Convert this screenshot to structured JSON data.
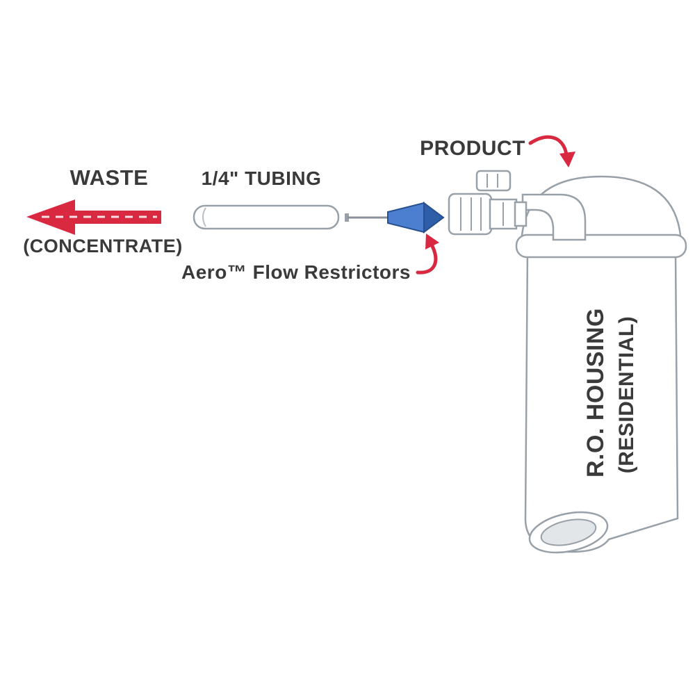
{
  "diagram": {
    "labels": {
      "waste": "WASTE",
      "concentrate": "(CONCENTRATE)",
      "tubing": "1/4\" TUBING",
      "restrictors": "Aero™ Flow Restrictors",
      "product": "PRODUCT",
      "housing_line1": "R.O. HOUSING",
      "housing_line2": "(RESIDENTIAL)"
    },
    "colors": {
      "arrow_red": "#d92941",
      "restrictor_blue": "#4d7fd1",
      "restrictor_blue_dark": "#2f5ea8",
      "outline_gray": "#98a0a8",
      "inner_gray": "#e3e6e8",
      "text_dark": "#3a3a3a"
    }
  }
}
